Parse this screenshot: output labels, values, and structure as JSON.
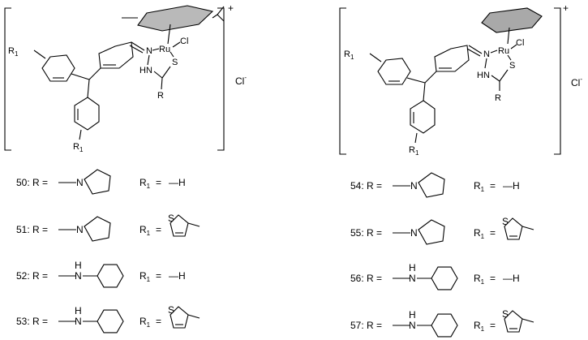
{
  "structures": [
    {
      "arene": "p-cymene",
      "charge": "+",
      "counterion": "Cl",
      "counterion_sup": "-",
      "atoms": {
        "metal": "Ru",
        "metal_ligand": "Cl",
        "n_imine": "N",
        "nh": "HN",
        "s": "S",
        "r": "R",
        "r1_top": "R",
        "r1_bottom": "R",
        "r1_sub": "1"
      }
    },
    {
      "arene": "benzene",
      "charge": "+",
      "counterion": "Cl",
      "counterion_sup": "-",
      "atoms": {
        "metal": "Ru",
        "metal_ligand": "Cl",
        "n_imine": "N",
        "nh": "HN",
        "s": "S",
        "r": "R",
        "r1_top": "R",
        "r1_bottom": "R",
        "r1_sub": "1"
      }
    }
  ],
  "compounds": [
    {
      "id": "50",
      "label": "50: R =",
      "r_group": "pyrrolidine",
      "r_atom": "N",
      "r1_label": "R",
      "r1_sub": "1",
      "r1_eq": "=",
      "r1_group": "—H"
    },
    {
      "id": "51",
      "label": "51: R =",
      "r_group": "pyrrolidine",
      "r_atom": "N",
      "r1_label": "R",
      "r1_sub": "1",
      "r1_eq": "=",
      "r1_group": "thiophene",
      "r1_atom": "S"
    },
    {
      "id": "52",
      "label": "52: R =",
      "r_group": "cyclohexylamine",
      "r_atom": "N",
      "r_h": "H",
      "r1_label": "R",
      "r1_sub": "1",
      "r1_eq": "=",
      "r1_group": "—H"
    },
    {
      "id": "53",
      "label": "53: R =",
      "r_group": "cyclohexylamine",
      "r_atom": "N",
      "r_h": "H",
      "r1_label": "R",
      "r1_sub": "1",
      "r1_eq": "=",
      "r1_group": "thiophene",
      "r1_atom": "S"
    },
    {
      "id": "54",
      "label": "54: R =",
      "r_group": "pyrrolidine",
      "r_atom": "N",
      "r1_label": "R",
      "r1_sub": "1",
      "r1_eq": "=",
      "r1_group": "—H"
    },
    {
      "id": "55",
      "label": "55: R =",
      "r_group": "pyrrolidine",
      "r_atom": "N",
      "r1_label": "R",
      "r1_sub": "1",
      "r1_eq": "=",
      "r1_group": "thiophene",
      "r1_atom": "S"
    },
    {
      "id": "56",
      "label": "56: R =",
      "r_group": "cyclohexylamine",
      "r_atom": "N",
      "r_h": "H",
      "r1_label": "R",
      "r1_sub": "1",
      "r1_eq": "=",
      "r1_group": "—H"
    },
    {
      "id": "57",
      "label": "57: R =",
      "r_group": "cyclohexylamine",
      "r_atom": "N",
      "r_h": "H",
      "r1_label": "R",
      "r1_sub": "1",
      "r1_eq": "=",
      "r1_group": "thiophene",
      "r1_atom": "S"
    }
  ]
}
